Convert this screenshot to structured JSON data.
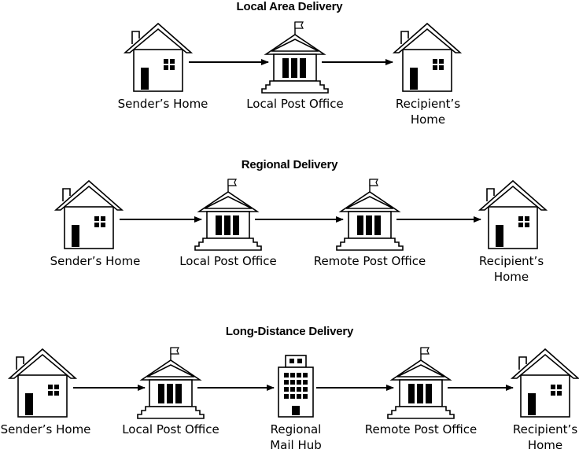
{
  "diagrams": [
    {
      "title": "Local Area Delivery",
      "nodes": [
        {
          "type": "house",
          "label_lines": [
            "Sender’s Home"
          ]
        },
        {
          "type": "post-office",
          "label_lines": [
            "Local Post Office"
          ]
        },
        {
          "type": "house",
          "label_lines": [
            "Recipient’s",
            "Home"
          ]
        }
      ]
    },
    {
      "title": "Regional Delivery",
      "nodes": [
        {
          "type": "house",
          "label_lines": [
            "Sender’s Home"
          ]
        },
        {
          "type": "post-office",
          "label_lines": [
            "Local Post Office"
          ]
        },
        {
          "type": "post-office",
          "label_lines": [
            "Remote Post Office"
          ]
        },
        {
          "type": "house",
          "label_lines": [
            "Recipient’s",
            "Home"
          ]
        }
      ]
    },
    {
      "title": "Long-Distance Delivery",
      "nodes": [
        {
          "type": "house",
          "label_lines": [
            "Sender’s Home"
          ]
        },
        {
          "type": "post-office",
          "label_lines": [
            "Local Post Office"
          ]
        },
        {
          "type": "mail-hub",
          "label_lines": [
            "Regional",
            "Mail Hub"
          ]
        },
        {
          "type": "post-office",
          "label_lines": [
            "Remote Post Office"
          ]
        },
        {
          "type": "house",
          "label_lines": [
            "Recipient’s",
            "Home"
          ]
        }
      ]
    }
  ],
  "colors": {
    "ink": "#000000",
    "paper": "#ffffff"
  }
}
